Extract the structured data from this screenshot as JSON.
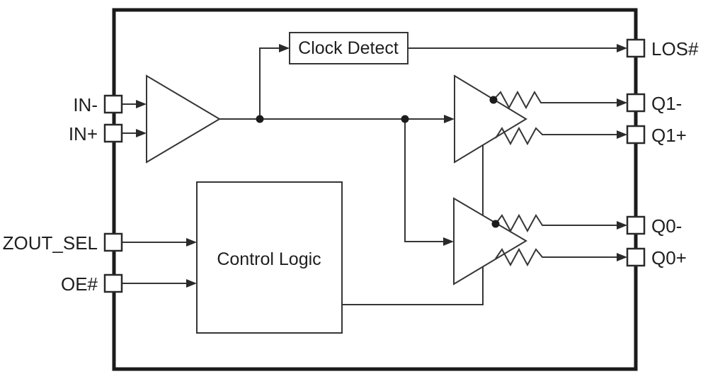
{
  "colors": {
    "background": "#ffffff",
    "line": "#363636",
    "chip_border": "#1b1b1b",
    "text": "#1f1f1f",
    "shape_fill": "#ffffff"
  },
  "chip": {
    "blocks": [
      {
        "id": "clock-detect",
        "label": "Clock Detect"
      },
      {
        "id": "control-logic",
        "label": "Control Logic"
      }
    ],
    "pins_left": [
      {
        "label": "IN-"
      },
      {
        "label": "IN+"
      },
      {
        "label": "ZOUT_SEL"
      },
      {
        "label": "OE#"
      }
    ],
    "pins_right": [
      {
        "label": "LOS#"
      },
      {
        "label": "Q1-"
      },
      {
        "label": "Q1+"
      },
      {
        "label": "Q0-"
      },
      {
        "label": "Q0+"
      }
    ],
    "symbols": {
      "buffer_count": 3,
      "resistor_count": 4
    }
  }
}
